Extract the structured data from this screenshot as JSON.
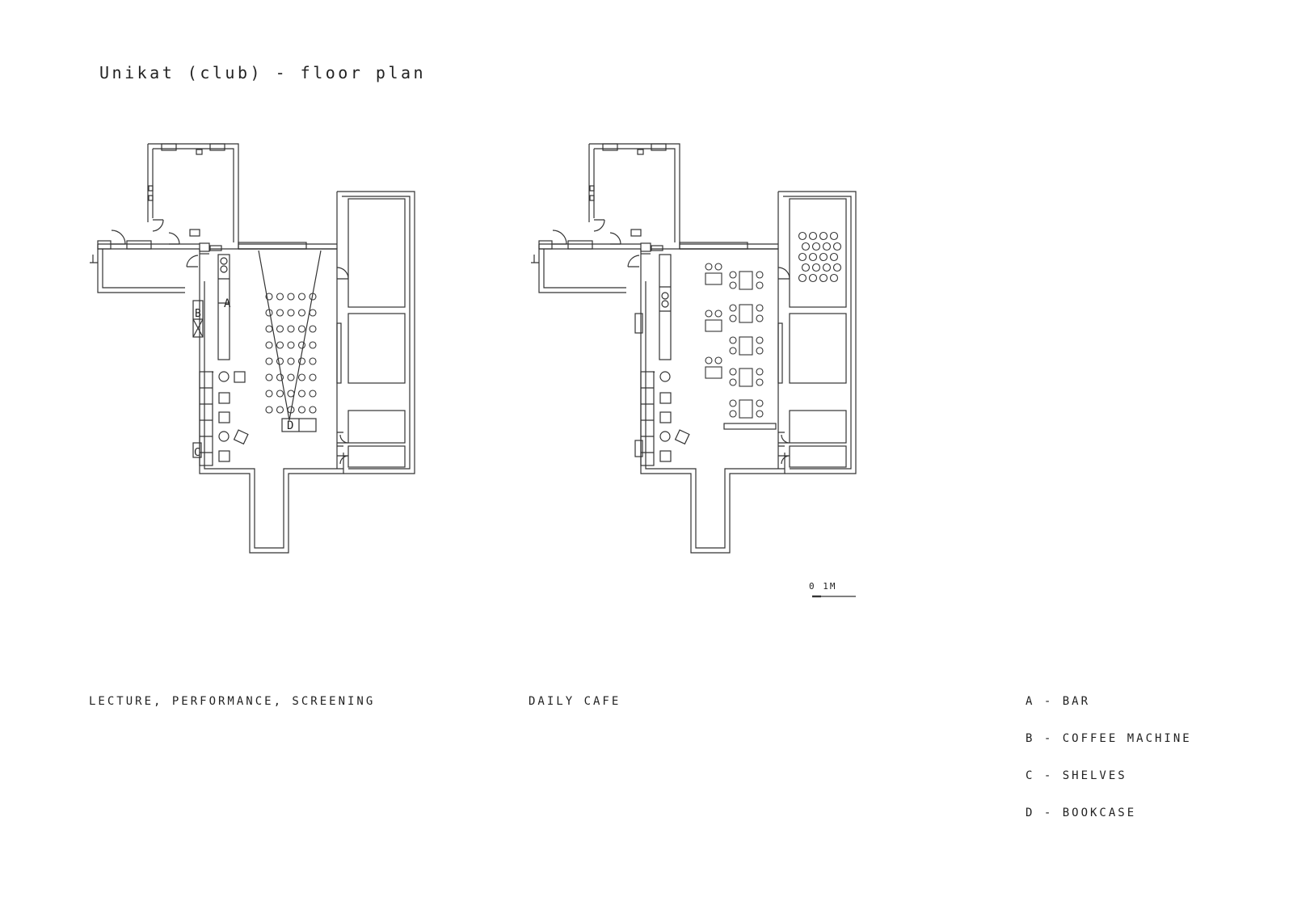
{
  "title": "Unikat (club) - floor plan",
  "plans": [
    {
      "caption": "LECTURE, PERFORMANCE, SCREENING",
      "mode": "lecture"
    },
    {
      "caption": "DAILY CAFE",
      "mode": "cafe"
    }
  ],
  "markers": {
    "bar": "A",
    "coffee": "B",
    "shelves": "C",
    "bookcase": "D"
  },
  "scale": {
    "label": "0 1M"
  },
  "legend": [
    {
      "text": "A - BAR"
    },
    {
      "text": "B - COFFEE MACHINE"
    },
    {
      "text": "C - SHELVES"
    },
    {
      "text": "D - BOOKCASE"
    }
  ]
}
